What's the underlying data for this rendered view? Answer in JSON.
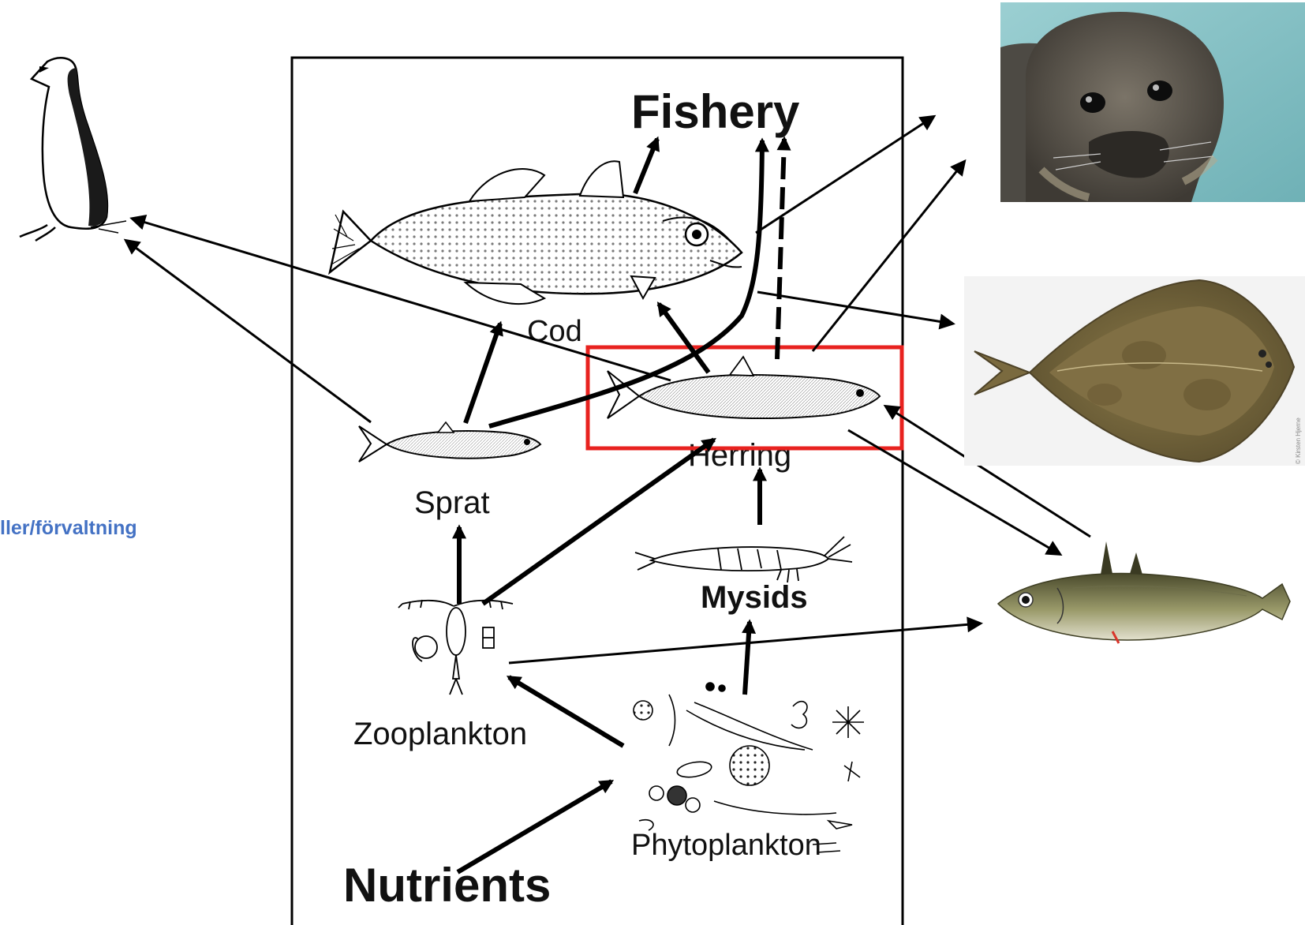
{
  "labels": {
    "fishery": "Fishery",
    "cod": "Cod",
    "herring": "Herring",
    "sprat": "Sprat",
    "mysids": "Mysids",
    "zooplankton": "Zooplankton",
    "phytoplankton": "Phytoplankton",
    "nutrients": "Nutrients"
  },
  "side_text": "ller/förvaltning",
  "copyright": "© Kirsten Hjerne",
  "colors": {
    "highlight": "#e8221f",
    "side_text": "#4472c4",
    "arrow": "#000000",
    "water": "#8fc5c9",
    "seal": "#6a6459",
    "flounder": "#7a6a3f",
    "stickleback": "#8c8a4f"
  },
  "icons": {
    "bird": "guillemot-icon",
    "seal": "grey-seal-photo",
    "flatfish": "flounder-image",
    "stickleback": "stickleback-image"
  }
}
